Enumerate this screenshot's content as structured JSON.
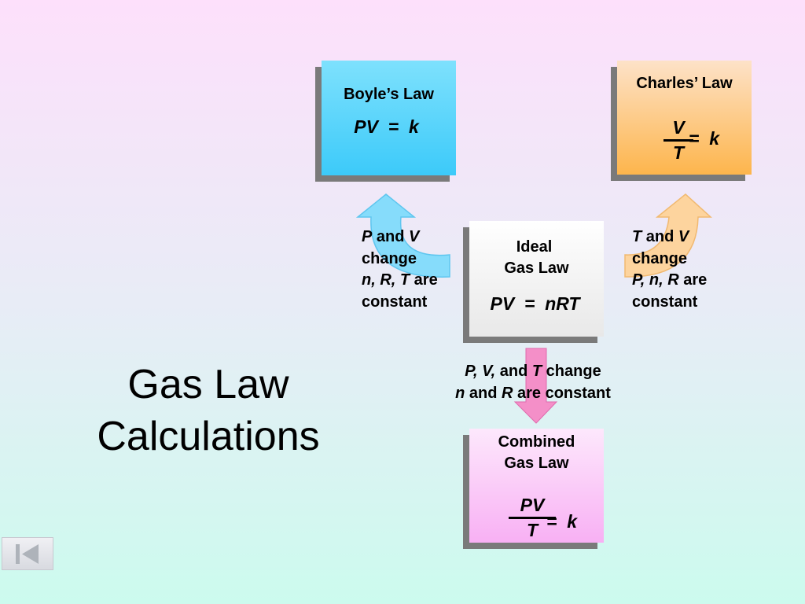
{
  "title": [
    "Gas Law",
    "Calculations"
  ],
  "boyle": {
    "heading": "Boyle’s Law",
    "formula": "PV  =  k"
  },
  "charles": {
    "heading": "Charles’ Law",
    "numerator": "V",
    "denominator": "T",
    "equals": "=  k"
  },
  "ideal": {
    "heading": [
      "Ideal",
      "Gas Law"
    ],
    "formula": "PV  =  nRT"
  },
  "combined": {
    "heading": [
      "Combined",
      "Gas Law"
    ],
    "numerator": "PV",
    "denominator": "T",
    "equals": "=  k"
  },
  "notes": {
    "boyle": {
      "changed": "P",
      "and": " and ",
      "changed2": "V",
      "change": "change",
      "constants": "n, R, T",
      "are": " are",
      "constant": "constant"
    },
    "charles": {
      "changed": "T",
      "and": " and ",
      "changed2": "V",
      "change": "change",
      "constants": "P, n, R",
      "are": " are",
      "constant": "constant"
    },
    "combined": {
      "changed": "P, V,",
      "and": " and ",
      "changed2": "T",
      "change": " change",
      "const1": "n",
      "and2": " and ",
      "const2": "R",
      "rest": " are constant"
    }
  },
  "colors": {
    "boyle_arrow": "#86dcfb",
    "charles_arrow": "#fdd49e",
    "combined_arrow": "#f48fc8",
    "box_shadow": "#7a7a7a"
  },
  "icons": {
    "nav": "back-to-start-icon"
  }
}
